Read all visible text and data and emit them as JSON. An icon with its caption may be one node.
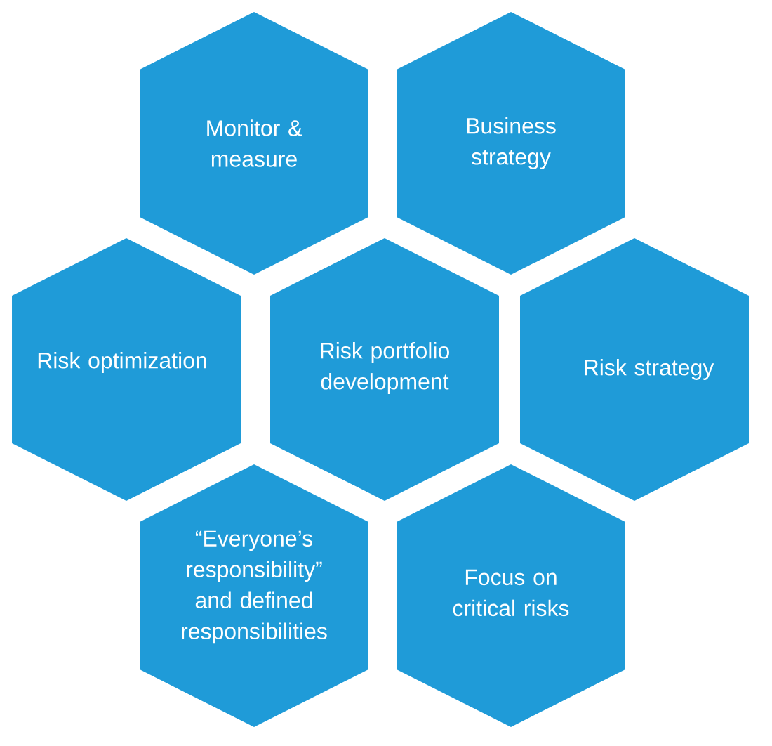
{
  "diagram": {
    "nodes": [
      {
        "text": [
          "Monitor & measure"
        ]
      },
      {
        "text": [
          "Business strategy"
        ]
      },
      {
        "text": [
          "Risk optimization"
        ]
      },
      {
        "text": [
          "Risk portfolio development"
        ]
      },
      {
        "text": [
          "Risk strategy"
        ]
      },
      {
        "text": [
          "“Everyone’s responsibility” and defined responsibilities"
        ]
      },
      {
        "text": [
          "Focus on critical risks"
        ]
      }
    ]
  }
}
